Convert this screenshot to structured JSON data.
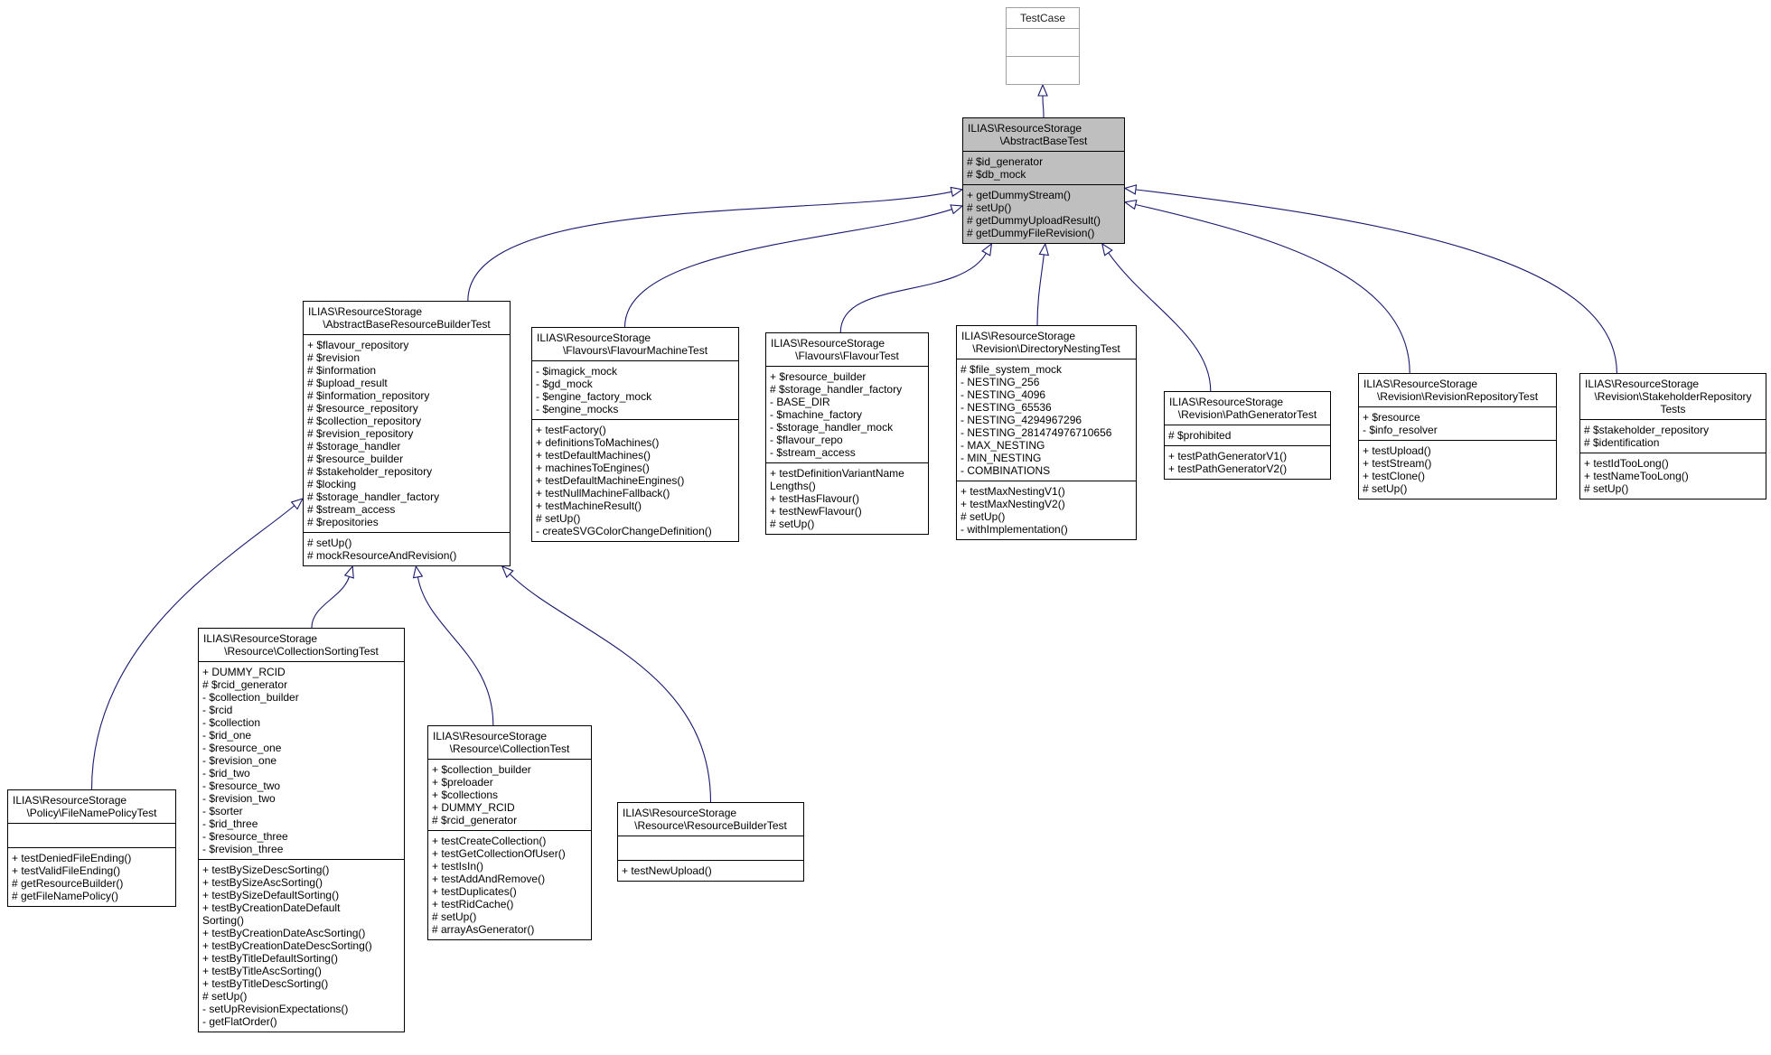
{
  "diagram": {
    "type": "uml-class-inheritance",
    "colors": {
      "arrow": "#191970",
      "highlight_fill": "#bfbfbf",
      "box_border": "#000000",
      "external_border": "#9f9f9f",
      "background": "#ffffff"
    },
    "classes": [
      {
        "id": "testcase",
        "name": "TestCase",
        "name_lines": [
          "TestCase"
        ],
        "variant": "base-external",
        "attributes": [],
        "methods": []
      },
      {
        "id": "abstract-base-test",
        "name": "ILIAS\\ResourceStorage\\AbstractBaseTest",
        "name_lines": [
          "ILIAS\\ResourceStorage",
          "\\AbstractBaseTest"
        ],
        "variant": "current",
        "attributes": [
          "# $id_generator",
          "# $db_mock"
        ],
        "methods": [
          "+ getDummyStream()",
          "# setUp()",
          "# getDummyUploadResult()",
          "# getDummyFileRevision()"
        ]
      },
      {
        "id": "abstract-base-resource-builder-test",
        "name": "ILIAS\\ResourceStorage\\AbstractBaseResourceBuilderTest",
        "name_lines": [
          "ILIAS\\ResourceStorage",
          "\\AbstractBaseResourceBuilderTest"
        ],
        "variant": "derived",
        "attributes": [
          "+ $flavour_repository",
          "# $revision",
          "# $information",
          "# $upload_result",
          "# $information_repository",
          "# $resource_repository",
          "# $collection_repository",
          "# $revision_repository",
          "# $storage_handler",
          "# $resource_builder",
          "# $stakeholder_repository",
          "# $locking",
          "# $storage_handler_factory",
          "# $stream_access",
          "# $repositories"
        ],
        "methods": [
          "# setUp()",
          "# mockResourceAndRevision()"
        ]
      },
      {
        "id": "flavour-machine-test",
        "name": "ILIAS\\ResourceStorage\\Flavours\\FlavourMachineTest",
        "name_lines": [
          "ILIAS\\ResourceStorage",
          "\\Flavours\\FlavourMachineTest"
        ],
        "variant": "derived",
        "attributes": [
          "- $imagick_mock",
          "- $gd_mock",
          "- $engine_factory_mock",
          "- $engine_mocks"
        ],
        "methods": [
          "+ testFactory()",
          "+ definitionsToMachines()",
          "+ testDefaultMachines()",
          "+ machinesToEngines()",
          "+ testDefaultMachineEngines()",
          "+ testNullMachineFallback()",
          "+ testMachineResult()",
          "# setUp()",
          "- createSVGColorChangeDefinition()"
        ]
      },
      {
        "id": "flavour-test",
        "name": "ILIAS\\ResourceStorage\\Flavours\\FlavourTest",
        "name_lines": [
          "ILIAS\\ResourceStorage",
          "\\Flavours\\FlavourTest"
        ],
        "variant": "derived",
        "attributes": [
          "+ $resource_builder",
          "# $storage_handler_factory",
          "- BASE_DIR",
          "- $machine_factory",
          "- $storage_handler_mock",
          "- $flavour_repo",
          "- $stream_access"
        ],
        "methods": [
          "+ testDefinitionVariantName\nLengths()",
          "+ testHasFlavour()",
          "+ testNewFlavour()",
          "# setUp()"
        ]
      },
      {
        "id": "directory-nesting-test",
        "name": "ILIAS\\ResourceStorage\\Revision\\DirectoryNestingTest",
        "name_lines": [
          "ILIAS\\ResourceStorage",
          "\\Revision\\DirectoryNestingTest"
        ],
        "variant": "derived",
        "attributes": [
          "# $file_system_mock",
          "- NESTING_256",
          "- NESTING_4096",
          "- NESTING_65536",
          "- NESTING_4294967296",
          "- NESTING_281474976710656",
          "- MAX_NESTING",
          "- MIN_NESTING",
          "- COMBINATIONS"
        ],
        "methods": [
          "+ testMaxNestingV1()",
          "+ testMaxNestingV2()",
          "# setUp()",
          "- withImplementation()"
        ]
      },
      {
        "id": "path-generator-test",
        "name": "ILIAS\\ResourceStorage\\Revision\\PathGeneratorTest",
        "name_lines": [
          "ILIAS\\ResourceStorage",
          "\\Revision\\PathGeneratorTest"
        ],
        "variant": "derived",
        "attributes": [
          "# $prohibited"
        ],
        "methods": [
          "+ testPathGeneratorV1()",
          "+ testPathGeneratorV2()"
        ]
      },
      {
        "id": "revision-repository-test",
        "name": "ILIAS\\ResourceStorage\\Revision\\RevisionRepositoryTest",
        "name_lines": [
          "ILIAS\\ResourceStorage",
          "\\Revision\\RevisionRepositoryTest"
        ],
        "variant": "derived",
        "attributes": [
          "+ $resource",
          "- $info_resolver"
        ],
        "methods": [
          "+ testUpload()",
          "+ testStream()",
          "+ testClone()",
          "# setUp()"
        ]
      },
      {
        "id": "stakeholder-repository-tests",
        "name": "ILIAS\\ResourceStorage\\Revision\\StakeholderRepositoryTests",
        "name_lines": [
          "ILIAS\\ResourceStorage",
          "\\Revision\\StakeholderRepository",
          "Tests"
        ],
        "variant": "derived",
        "attributes": [
          "# $stakeholder_repository",
          "# $identification"
        ],
        "methods": [
          "+ testIdTooLong()",
          "+ testNameTooLong()",
          "# setUp()"
        ]
      },
      {
        "id": "file-name-policy-test",
        "name": "ILIAS\\ResourceStorage\\Policy\\FileNamePolicyTest",
        "name_lines": [
          "ILIAS\\ResourceStorage",
          "\\Policy\\FileNamePolicyTest"
        ],
        "variant": "derived",
        "attributes": [],
        "methods": [
          "+ testDeniedFileEnding()",
          "+ testValidFileEnding()",
          "# getResourceBuilder()",
          "# getFileNamePolicy()"
        ]
      },
      {
        "id": "collection-sorting-test",
        "name": "ILIAS\\ResourceStorage\\Resource\\CollectionSortingTest",
        "name_lines": [
          "ILIAS\\ResourceStorage",
          "\\Resource\\CollectionSortingTest"
        ],
        "variant": "derived",
        "attributes": [
          "+ DUMMY_RCID",
          "# $rcid_generator",
          "- $collection_builder",
          "- $rcid",
          "- $collection",
          "- $rid_one",
          "- $resource_one",
          "- $revision_one",
          "- $rid_two",
          "- $resource_two",
          "- $revision_two",
          "- $sorter",
          "- $rid_three",
          "- $resource_three",
          "- $revision_three"
        ],
        "methods": [
          "+ testBySizeDescSorting()",
          "+ testBySizeAscSorting()",
          "+ testBySizeDefaultSorting()",
          "+ testByCreationDateDefault\nSorting()",
          "+ testByCreationDateAscSorting()",
          "+ testByCreationDateDescSorting()",
          "+ testByTitleDefaultSorting()",
          "+ testByTitleAscSorting()",
          "+ testByTitleDescSorting()",
          "# setUp()",
          "- setUpRevisionExpectations()",
          "- getFlatOrder()"
        ]
      },
      {
        "id": "collection-test",
        "name": "ILIAS\\ResourceStorage\\Resource\\CollectionTest",
        "name_lines": [
          "ILIAS\\ResourceStorage",
          "\\Resource\\CollectionTest"
        ],
        "variant": "derived",
        "attributes": [
          "+ $collection_builder",
          "+ $preloader",
          "+ $collections",
          "+ DUMMY_RCID",
          "# $rcid_generator"
        ],
        "methods": [
          "+ testCreateCollection()",
          "+ testGetCollectionOfUser()",
          "+ testIsIn()",
          "+ testAddAndRemove()",
          "+ testDuplicates()",
          "+ testRidCache()",
          "# setUp()",
          "# arrayAsGenerator()"
        ]
      },
      {
        "id": "resource-builder-test",
        "name": "ILIAS\\ResourceStorage\\Resource\\ResourceBuilderTest",
        "name_lines": [
          "ILIAS\\ResourceStorage",
          "\\Resource\\ResourceBuilderTest"
        ],
        "variant": "derived",
        "attributes": [],
        "methods": [
          "+ testNewUpload()"
        ]
      }
    ],
    "edges": [
      {
        "from": "abstract-base-test",
        "to": "testcase",
        "relation": "inherits"
      },
      {
        "from": "abstract-base-resource-builder-test",
        "to": "abstract-base-test",
        "relation": "inherits"
      },
      {
        "from": "flavour-machine-test",
        "to": "abstract-base-test",
        "relation": "inherits"
      },
      {
        "from": "flavour-test",
        "to": "abstract-base-test",
        "relation": "inherits"
      },
      {
        "from": "directory-nesting-test",
        "to": "abstract-base-test",
        "relation": "inherits"
      },
      {
        "from": "path-generator-test",
        "to": "abstract-base-test",
        "relation": "inherits"
      },
      {
        "from": "revision-repository-test",
        "to": "abstract-base-test",
        "relation": "inherits"
      },
      {
        "from": "stakeholder-repository-tests",
        "to": "abstract-base-test",
        "relation": "inherits"
      },
      {
        "from": "file-name-policy-test",
        "to": "abstract-base-resource-builder-test",
        "relation": "inherits"
      },
      {
        "from": "collection-sorting-test",
        "to": "abstract-base-resource-builder-test",
        "relation": "inherits"
      },
      {
        "from": "collection-test",
        "to": "abstract-base-resource-builder-test",
        "relation": "inherits"
      },
      {
        "from": "resource-builder-test",
        "to": "abstract-base-resource-builder-test",
        "relation": "inherits"
      }
    ]
  }
}
